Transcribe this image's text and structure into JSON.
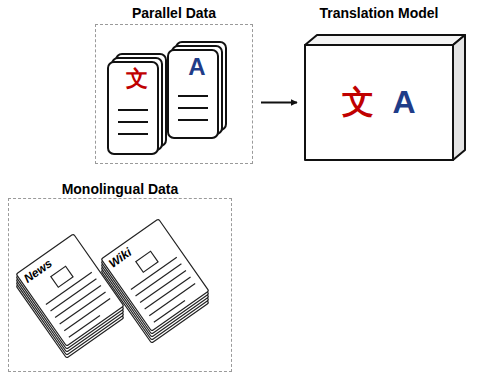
{
  "diagram": {
    "nodes": [
      {
        "text": [
          "Parallel Data"
        ]
      },
      {
        "text": [
          "文"
        ],
        "in": 0
      },
      {
        "text": [
          "A"
        ],
        "in": 0
      },
      {
        "text": [
          "Translation Model",
          "文",
          "A"
        ]
      },
      {
        "text": [
          "Monolingual Data"
        ]
      },
      {
        "text": [
          "News"
        ],
        "in": 4
      },
      {
        "text": [
          "Wiki"
        ],
        "in": 4
      }
    ],
    "edges": [
      {
        "from": 0,
        "to": 3,
        "arrow": "to"
      }
    ]
  }
}
